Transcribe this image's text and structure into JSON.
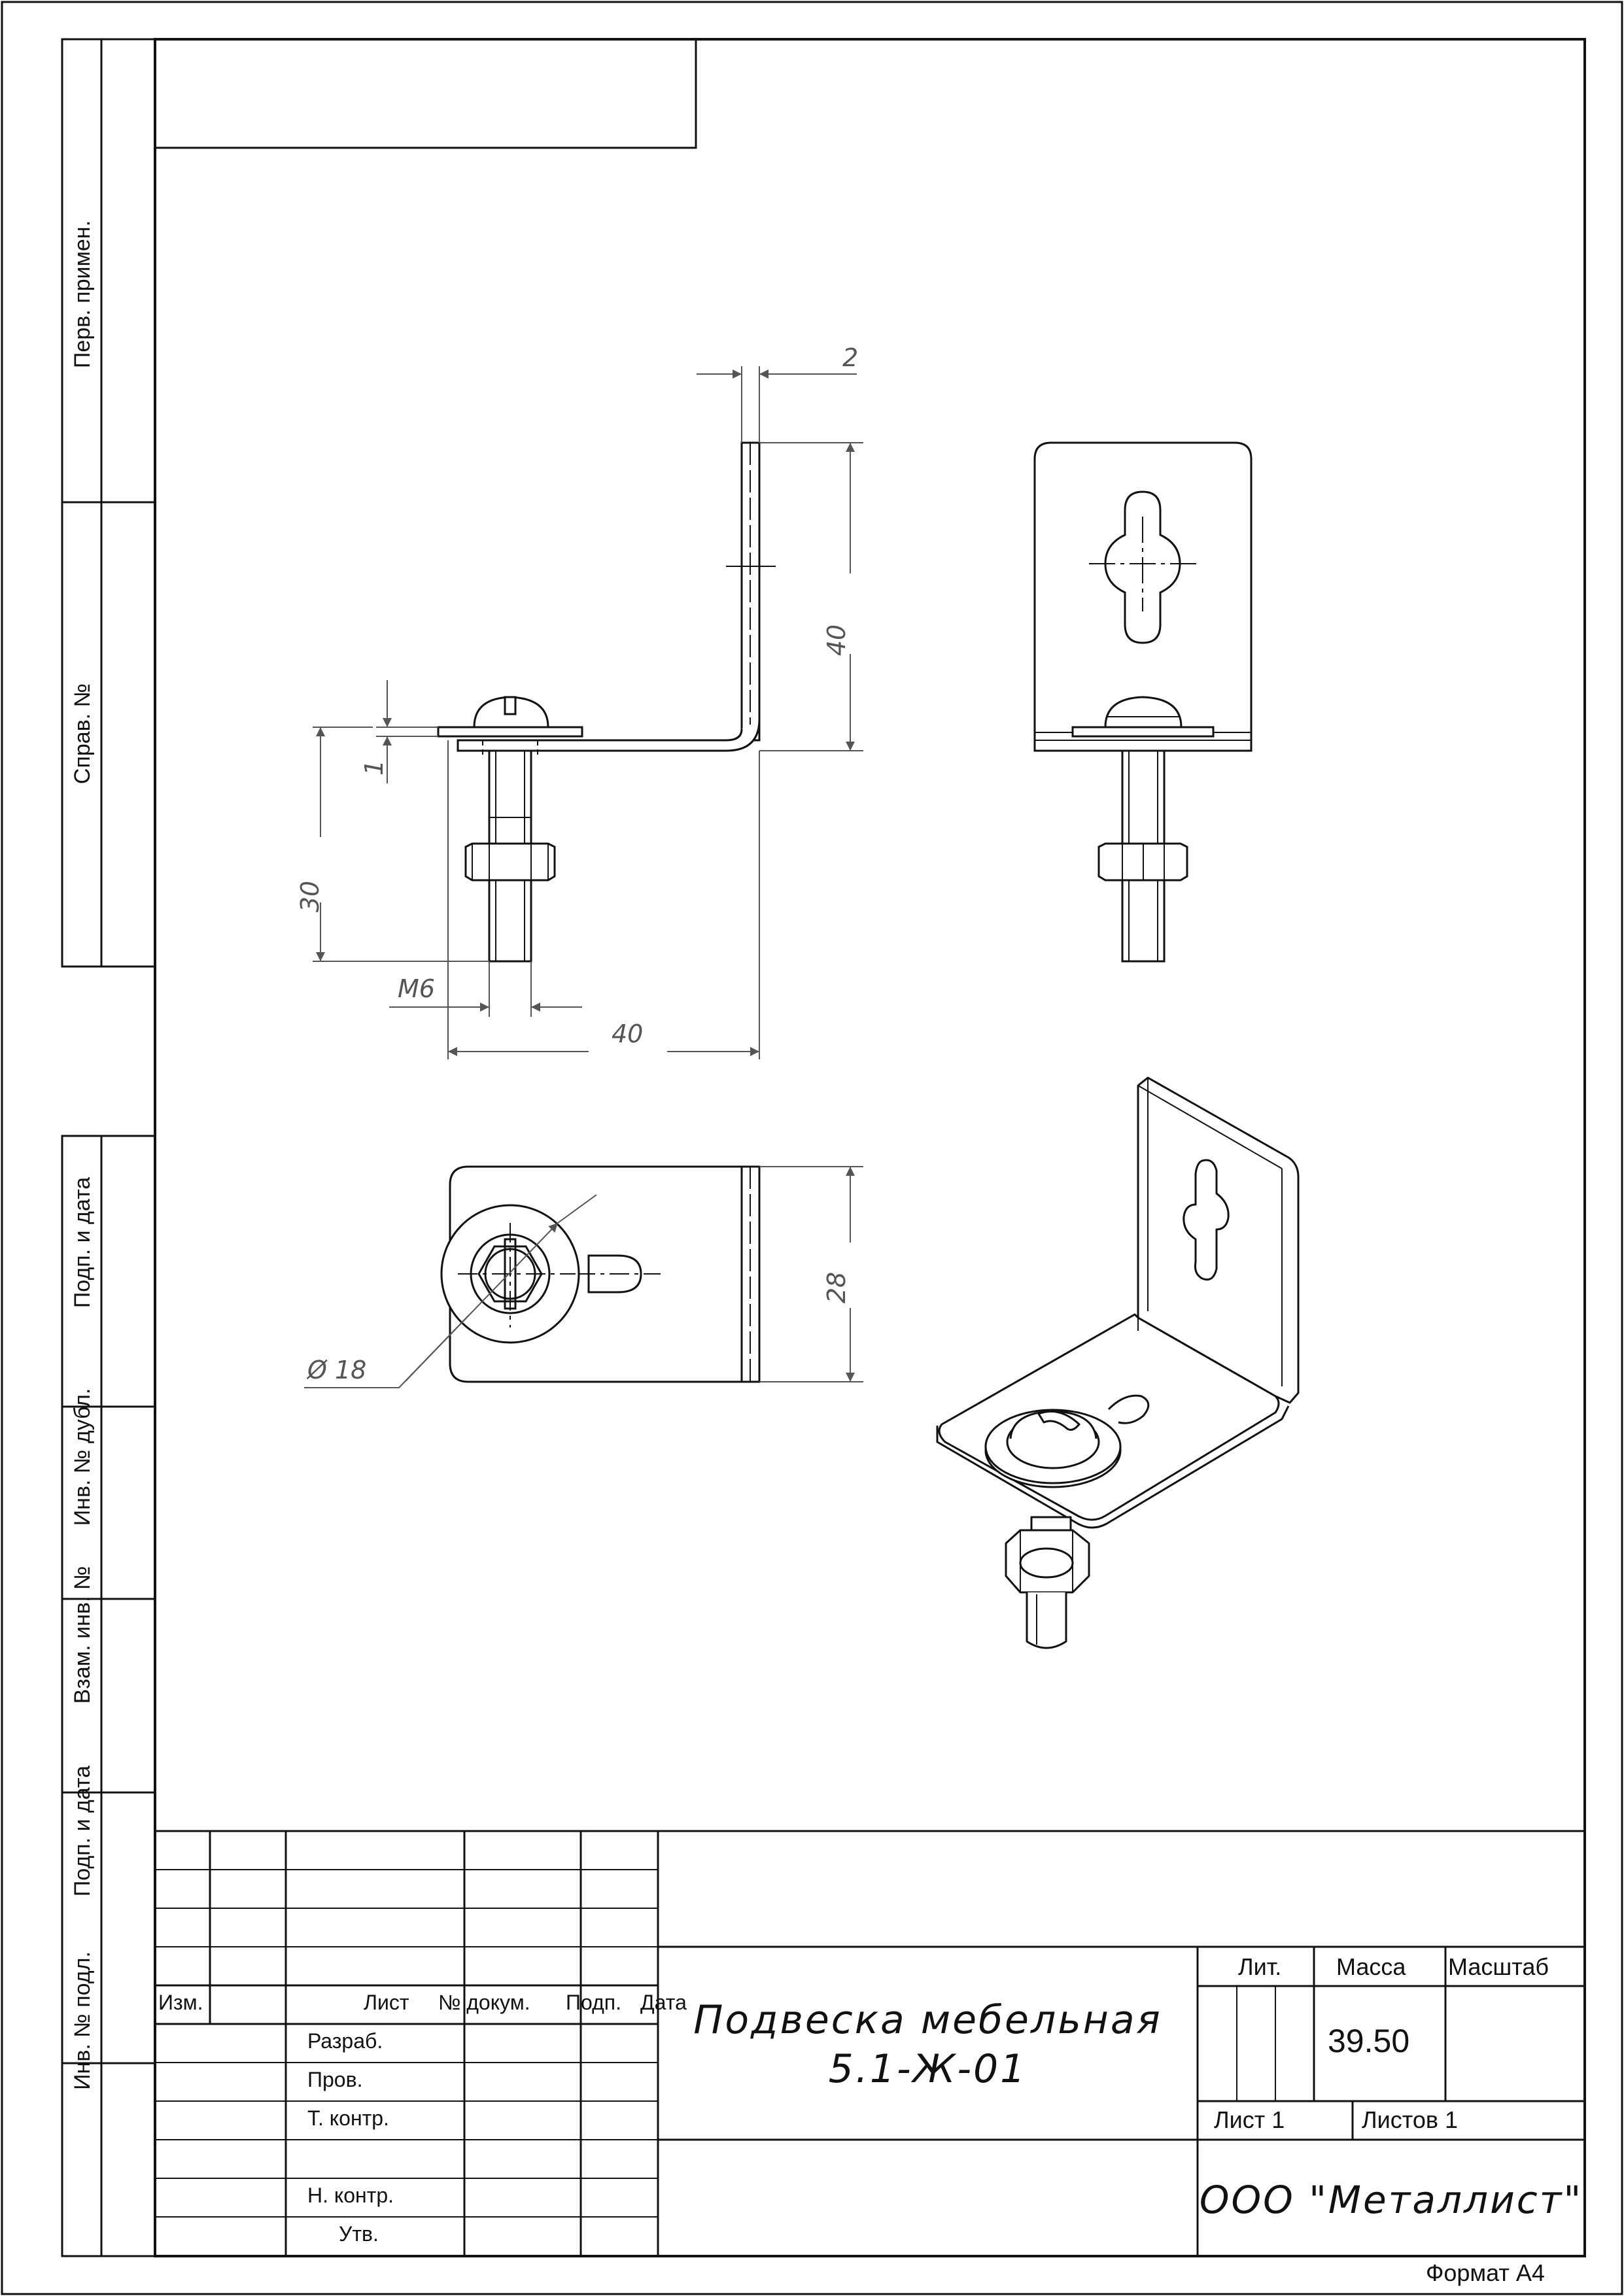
{
  "side_stamps": {
    "perv_primen": "Перв. примен.",
    "sprav_no": "Справ. №",
    "podp_data_top": "Подп. и дата",
    "inv_dubl": "Инв. № дубл.",
    "vzam_inv": "Взам. инв. №",
    "podp_data_bottom": "Подп. и дата",
    "inv_podl": "Инв. № подл."
  },
  "dimensions": {
    "thickness": "2",
    "flange_height": "40",
    "washer_thickness": "1",
    "bolt_length": "30",
    "thread": "M6",
    "base_length": "40",
    "width": "28",
    "diameter": "Ø 18"
  },
  "title_block": {
    "headers": {
      "izm": "Изм.",
      "list": "Лист",
      "doc_no": "№ докум.",
      "podp": "Подп.",
      "data": "Дата"
    },
    "roles": {
      "razrab": "Разраб.",
      "prov": "Пров.",
      "t_kontr": "Т. контр.",
      "n_kontr": "Н. контр.",
      "utv": "Утв."
    },
    "name_line1": "Подвеска мебельная",
    "name_line2": "5.1-Ж-01",
    "lit_label": "Лит.",
    "massa_label": "Масса",
    "masshtab_label": "Масштаб",
    "massa_value": "39.50",
    "sheet": "Лист 1",
    "sheets_total": "Листов 1",
    "organization": "ООО \"Металлист\""
  },
  "format_label": "Формат А4"
}
